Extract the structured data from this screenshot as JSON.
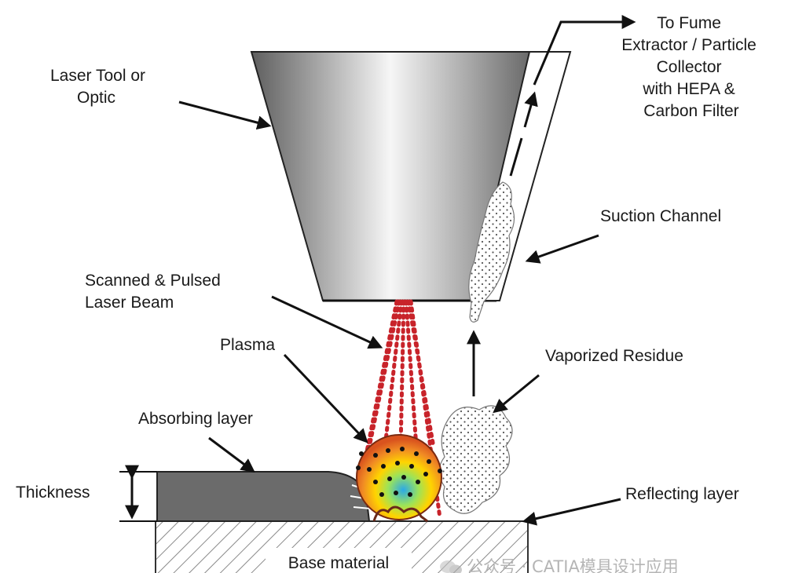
{
  "diagram": {
    "labels": {
      "laser_tool": [
        "Laser Tool or",
        "Optic"
      ],
      "fume_extractor": [
        "To Fume",
        "Extractor / Particle",
        "Collector",
        "with HEPA &",
        "Carbon Filter"
      ],
      "suction_channel": "Suction Channel",
      "scanned_beam": [
        "Scanned & Pulsed",
        "Laser Beam"
      ],
      "plasma": "Plasma",
      "vaporized_residue": "Vaporized Residue",
      "absorbing_layer": "Absorbing layer",
      "thickness": "Thickness",
      "reflecting_layer": "Reflecting layer",
      "base_material": "Base material"
    },
    "watermark": "公众号 · CATIA模具设计应用",
    "colors": {
      "outline": "#111111",
      "laser_dots": "#c8232a",
      "absorbing_layer": "#6b6b6b",
      "plasma_hot": "#ffd400",
      "plasma_mid": "#f08a24",
      "plasma_cool": "#2aa9e8"
    },
    "icons": [
      "wechat-icon"
    ]
  }
}
